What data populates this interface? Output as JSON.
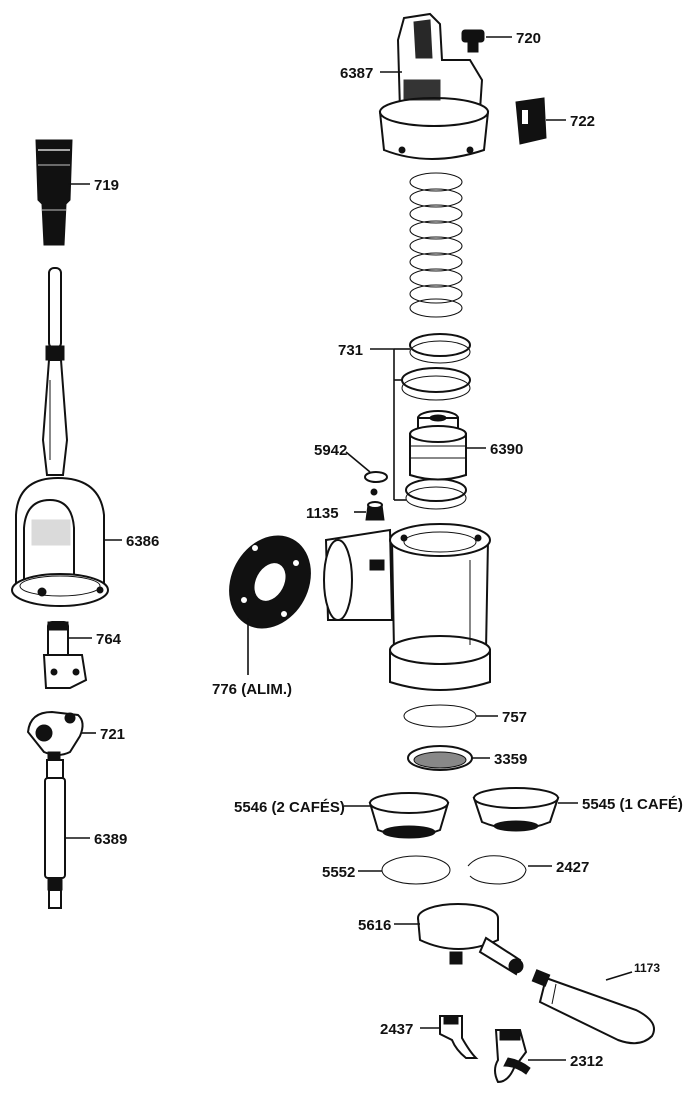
{
  "labels": {
    "p719": "719",
    "p6386": "6386",
    "p764": "764",
    "p721": "721",
    "p6389": "6389",
    "p720": "720",
    "p6387": "6387",
    "p722": "722",
    "p731": "731",
    "p5942": "5942",
    "p6390": "6390",
    "p1135": "1135",
    "p776": "776 (ALIM.)",
    "p757": "757",
    "p3359": "3359",
    "p5546": "5546 (2 CAFÉS)",
    "p5545": "5545 (1 CAFÉ)",
    "p5552": "5552",
    "p2427": "2427",
    "p5616": "5616",
    "p1173": "1173",
    "p2437": "2437",
    "p2312": "2312"
  }
}
